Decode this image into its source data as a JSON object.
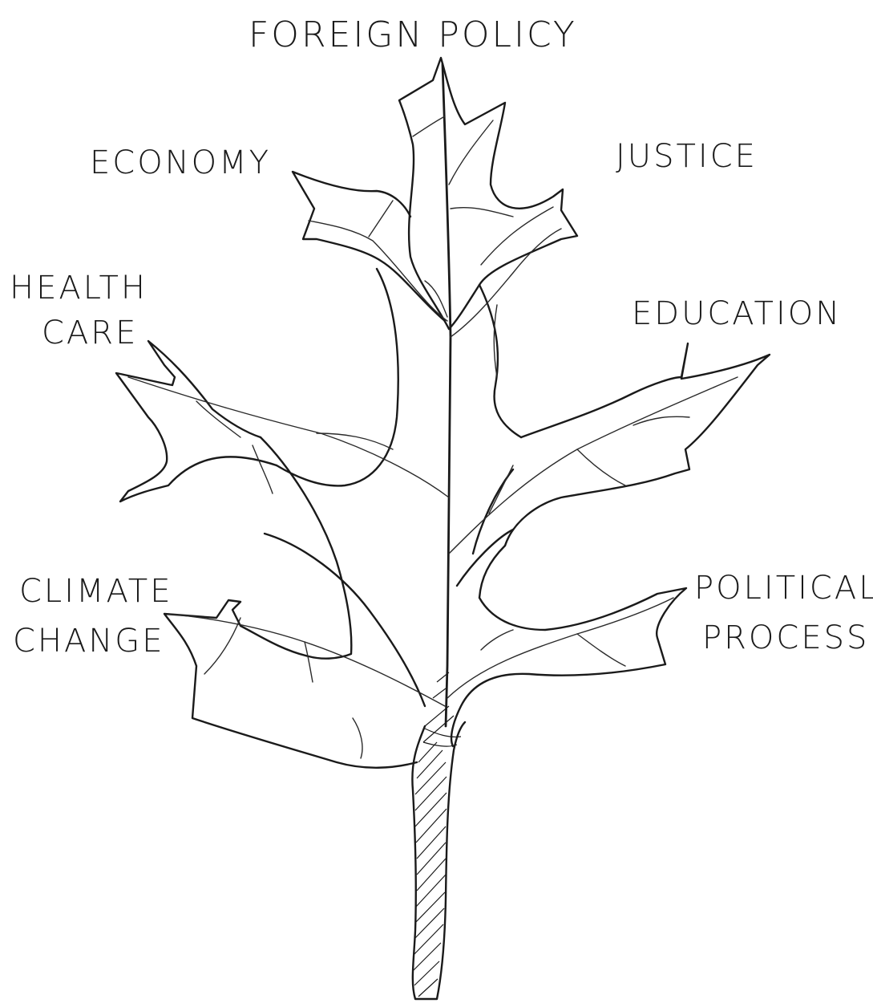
{
  "diagram": {
    "labels": {
      "top": "FOREIGN POLICY",
      "economy": "ECONOMY",
      "justice": "JUSTICE",
      "health_line1": "HEALTH",
      "health_line2": "CARE",
      "education": "EDUCATION",
      "climate_line1": "CLIMATE",
      "climate_line2": "CHANGE",
      "political_line1": "POLITICAL",
      "political_line2": "PROCESS"
    },
    "colors": {
      "ink": "#1a1a1a",
      "background": "#ffffff"
    }
  }
}
